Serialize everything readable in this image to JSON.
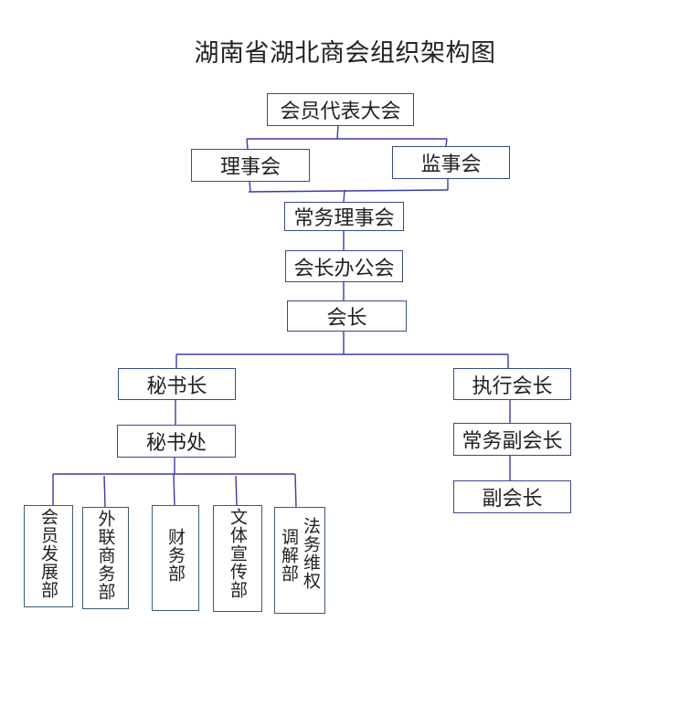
{
  "title": "湖南省湖北商会组织架构图",
  "nodes": {
    "assembly": "会员代表大会",
    "council": "理事会",
    "supervisory": "监事会",
    "standing_council": "常务理事会",
    "president_office": "会长办公会",
    "president": "会长",
    "secretary_general": "秘书长",
    "secretariat": "秘书处",
    "executive_president": "执行会长",
    "standing_vice_president": "常务副会长",
    "vice_president": "副会长"
  },
  "departments": {
    "member_dev": "会员发展部",
    "external": "外联商务部",
    "finance": "财务部",
    "culture": "文体宣传部",
    "legal_col1": "法务维权",
    "legal_col2": "调解部"
  },
  "colors": {
    "box_border": "#3a4a8c",
    "line": "#3a3aaa"
  }
}
